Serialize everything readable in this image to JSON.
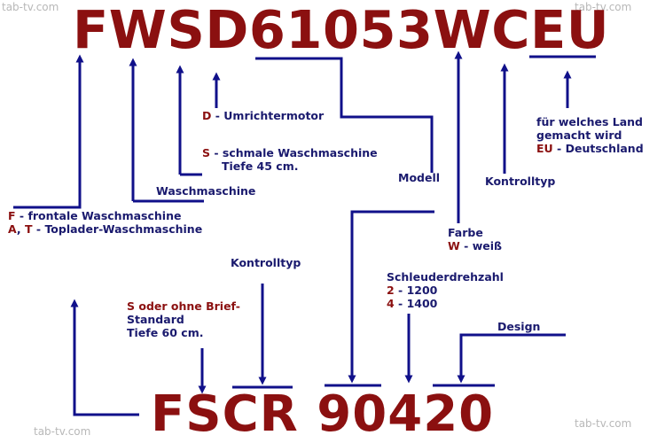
{
  "watermark": "tab-tv.com",
  "top_code": "FWSD61053WCEU",
  "bottom_code": "FSCR 90420",
  "top_labels": {
    "umrichter": {
      "key": "D",
      "text": " - Umrichtermotor"
    },
    "schmal": {
      "key": "S",
      "text": " - schmale Waschmaschine",
      "line2": "Tiefe 45 cm."
    },
    "waschmaschine": "Waschmaschine",
    "frontal": {
      "key1": "F",
      "text1": " - frontale Waschmaschine",
      "key2a": "A",
      "sep": ", ",
      "key2b": "T",
      "text2": " - Toplader-Waschmaschine"
    },
    "modell": "Modell",
    "kontrolltyp": "Kontrolltyp",
    "land": {
      "line1": "für welches Land",
      "line2": "gemacht wird",
      "key": "EU",
      "text": " - Deutschland"
    },
    "farbe": {
      "title": "Farbe",
      "key": "W",
      "text": " - weiß"
    }
  },
  "bottom_labels": {
    "kontrolltyp": "Kontrolltyp",
    "standard": {
      "line1": "S oder ohne Brief-",
      "line2": "Standard",
      "line3": "Tiefe 60 cm."
    },
    "schleuder": {
      "title": "Schleuderdrehzahl",
      "key1": "2",
      "val1": " - 1200",
      "key2": "4",
      "val2": " - 1400"
    },
    "design": "Design"
  },
  "colors": {
    "code": "#8b1010",
    "label": "#1a1a6e",
    "line": "#10108a",
    "watermark": "#b8b8b8"
  }
}
